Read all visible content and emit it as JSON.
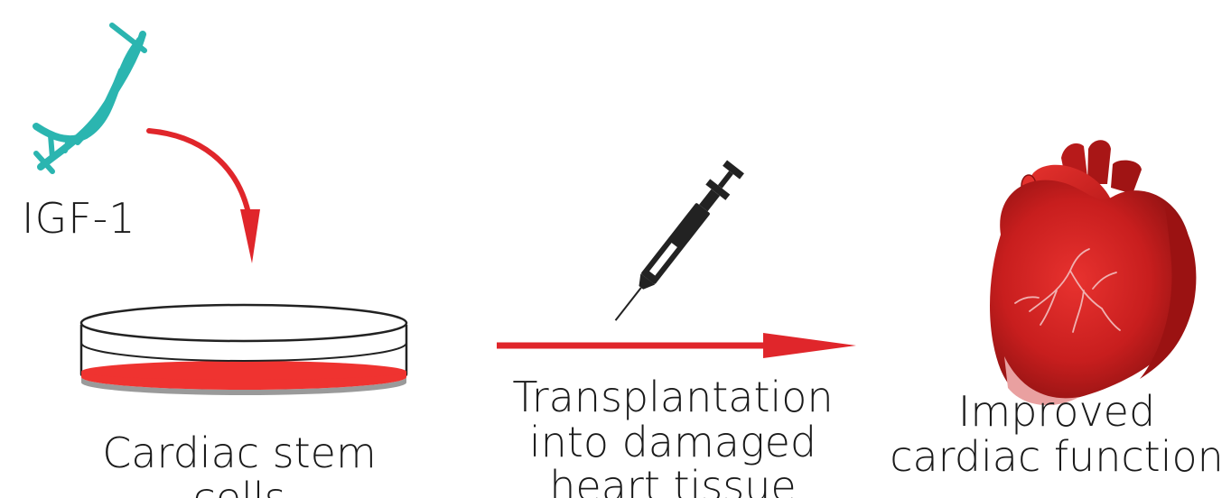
{
  "gene_label": "IGF-1",
  "dish_label": "Cardiac stem\ncells",
  "transplant_label": "Transplantation\ninto damaged\nheart tissue",
  "result_label": "Improved\ncardiac function",
  "colors": {
    "arrow": "#e0262b",
    "dna": "#2bb5b0",
    "dish_fill": "#ef3330",
    "heart": "#c81e1e",
    "text": "#1a1a1a"
  },
  "icons": {
    "gene": "dna-helix-icon",
    "culture": "petri-dish-icon",
    "procedure": "syringe-icon",
    "outcome": "heart-icon"
  }
}
